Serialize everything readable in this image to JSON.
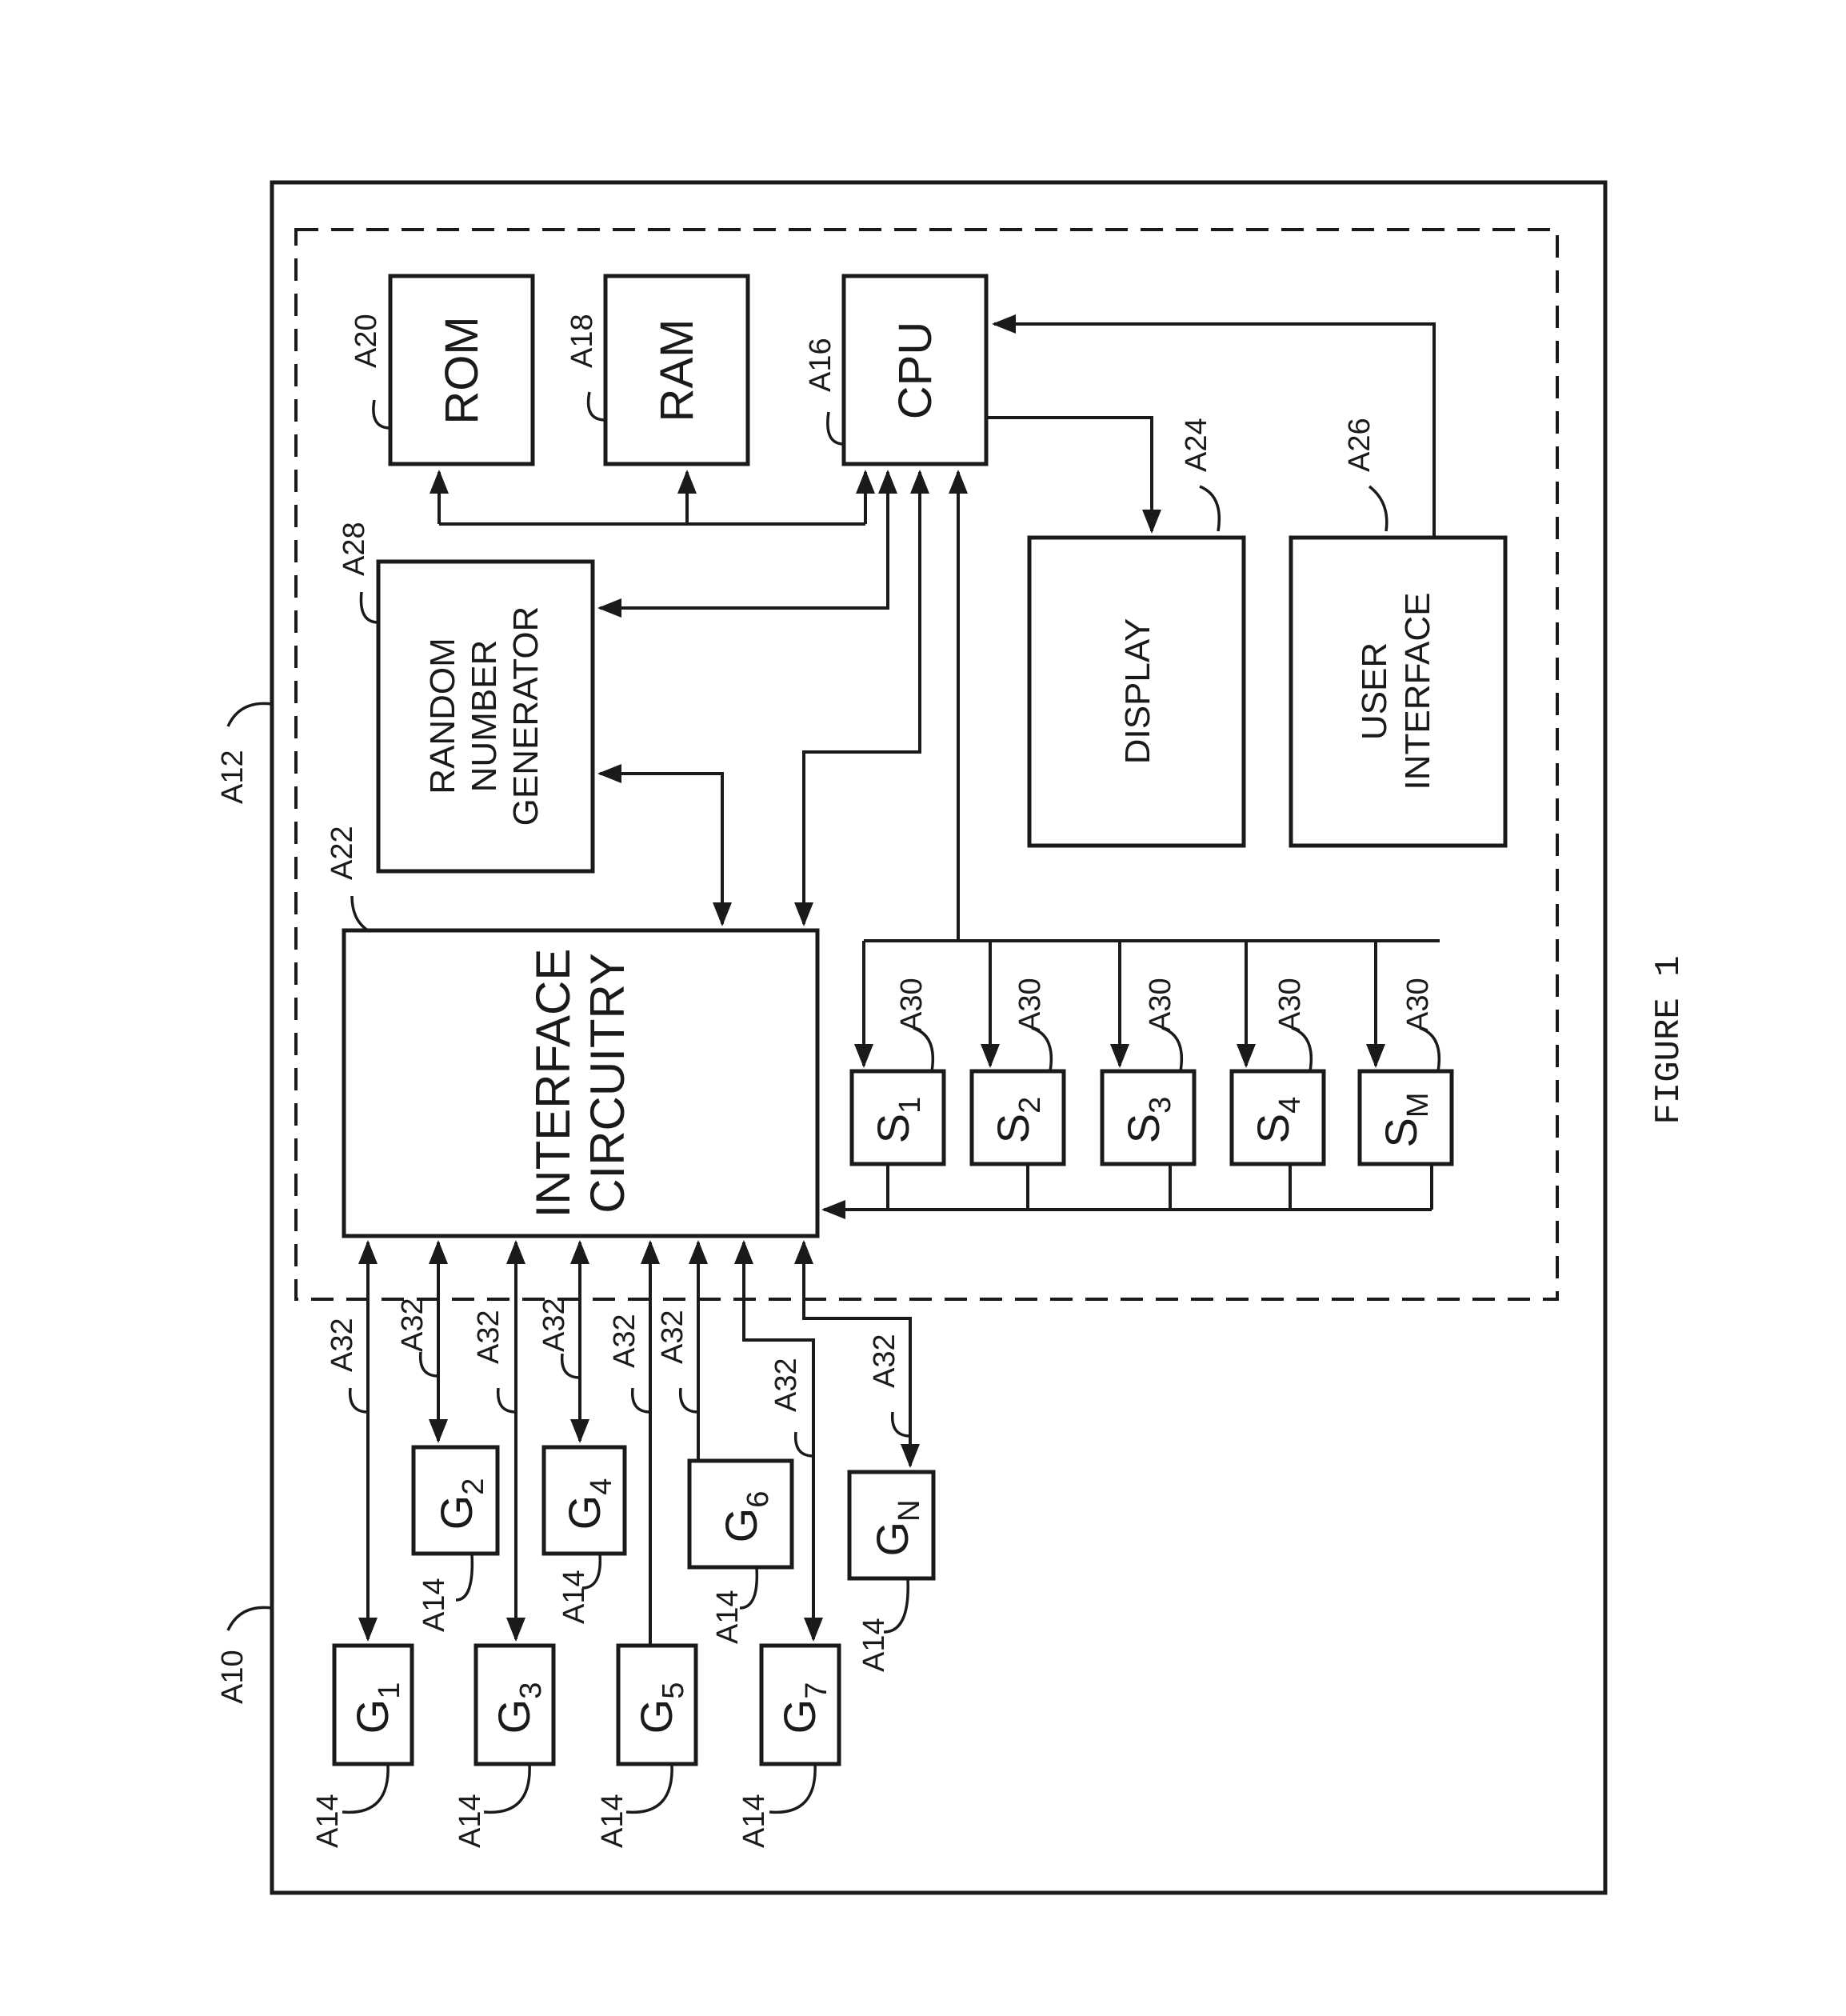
{
  "refs": {
    "a10": "A10",
    "a12": "A12",
    "a14": "A14",
    "a16": "A16",
    "a18": "A18",
    "a20": "A20",
    "a22": "A22",
    "a24": "A24",
    "a26": "A26",
    "a28": "A28",
    "a30": "A30",
    "a32": "A32"
  },
  "blocks": {
    "rom": "ROM",
    "ram": "RAM",
    "cpu": "CPU",
    "rng": [
      "RANDOM",
      "NUMBER",
      "GENERATOR"
    ],
    "interface": [
      "INTERFACE",
      "CIRCUITRY"
    ],
    "display": "DISPLAY",
    "user_interface": [
      "USER",
      "INTERFACE"
    ]
  },
  "sensors": [
    {
      "base": "S",
      "sub": "1"
    },
    {
      "base": "S",
      "sub": "2"
    },
    {
      "base": "S",
      "sub": "3"
    },
    {
      "base": "S",
      "sub": "4"
    },
    {
      "base": "S",
      "sub": "M"
    }
  ],
  "gaming_machines": [
    {
      "base": "G",
      "sub": "1"
    },
    {
      "base": "G",
      "sub": "2"
    },
    {
      "base": "G",
      "sub": "3"
    },
    {
      "base": "G",
      "sub": "4"
    },
    {
      "base": "G",
      "sub": "5"
    },
    {
      "base": "G",
      "sub": "6"
    },
    {
      "base": "G",
      "sub": "7"
    },
    {
      "base": "G",
      "sub": "N"
    }
  ],
  "figure_caption": "FIGURE 1"
}
